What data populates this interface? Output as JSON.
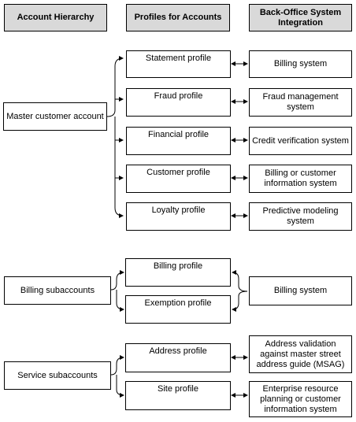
{
  "headers": {
    "account_hierarchy": "Account Hierarchy",
    "profiles": "Profiles for Accounts",
    "back_office": "Back-Office System Integration"
  },
  "master": {
    "account": "Master customer account",
    "profiles": [
      "Statement profile",
      "Fraud profile",
      "Financial profile",
      "Customer profile",
      "Loyalty profile"
    ],
    "systems": [
      "Billing system",
      "Fraud management system",
      "Credit verification system",
      "Billing or customer information system",
      "Predictive modeling system"
    ]
  },
  "billing": {
    "account": "Billing subaccounts",
    "profiles": [
      "Billing profile",
      "Exemption profile"
    ],
    "system": "Billing system"
  },
  "service": {
    "account": "Service subaccounts",
    "profiles": [
      "Address profile",
      "Site profile"
    ],
    "systems": [
      "Address validation against master street address guide (MSAG)",
      "Enterprise resource planning or customer information system"
    ]
  }
}
